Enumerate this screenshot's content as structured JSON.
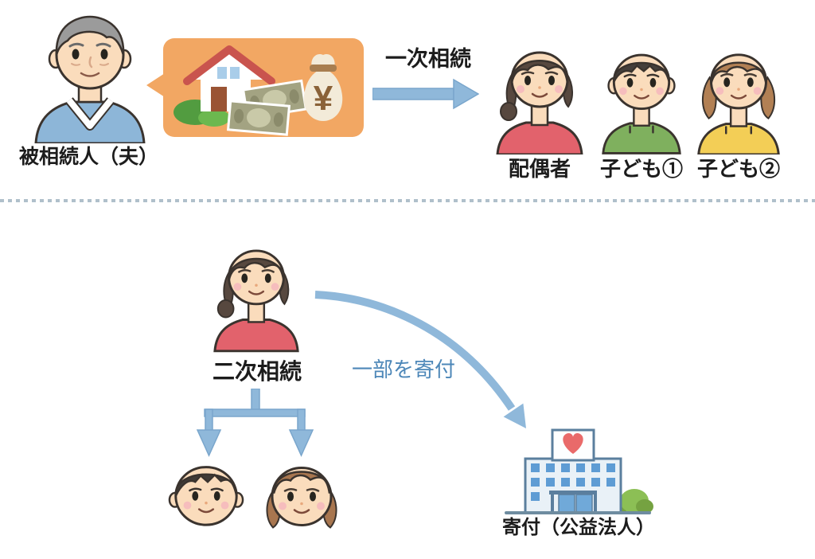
{
  "top_section": {
    "decedent_label": "被相続人（夫）",
    "arrow_label": "一次相続",
    "estate_bubble": {
      "yen_symbol": "¥",
      "items": [
        "house-icon",
        "banknotes-icon",
        "money-bag-icon"
      ]
    },
    "heirs": [
      {
        "id": "spouse",
        "label": "配偶者"
      },
      {
        "id": "child1",
        "label": "子ども①"
      },
      {
        "id": "child2",
        "label": "子ども②"
      }
    ]
  },
  "bottom_section": {
    "heading_label": "二次相続",
    "donation_arrow_label": "一部を寄付",
    "donation_target_label": "寄付（公益法人）"
  },
  "colors": {
    "arrow_blue": "#8fb8da",
    "arrow_blue_edge": "#7aa6cc",
    "donation_text_blue": "#4d87b8",
    "label_text": "#1c1c1c",
    "bubble_orange": "#f2a763",
    "divider_gray": "#b0c0cb",
    "roof_red": "#c9544e",
    "heart_red": "#e96a6a",
    "building_outline": "#5b7f9e",
    "building_window_blue": "#5e9cd4"
  }
}
